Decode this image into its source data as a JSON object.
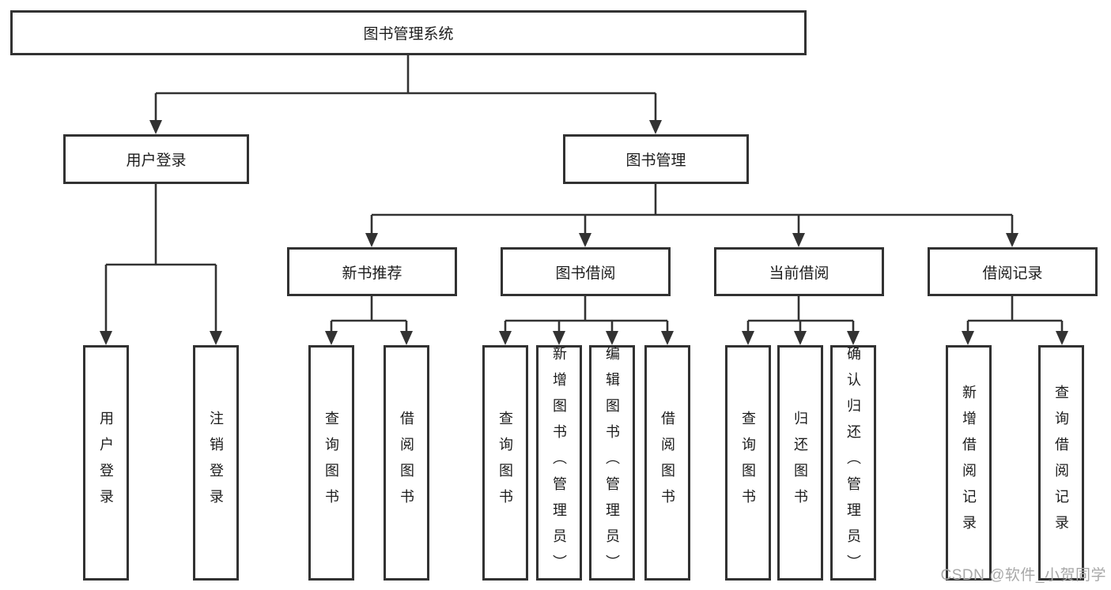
{
  "tree": {
    "label": "图书管理系统",
    "children": [
      {
        "label": "用户登录",
        "children": [
          {
            "label": "用户登录"
          },
          {
            "label": "注销登录"
          }
        ]
      },
      {
        "label": "图书管理",
        "children": [
          {
            "label": "新书推荐",
            "children": [
              {
                "label": "查询图书"
              },
              {
                "label": "借阅图书"
              }
            ]
          },
          {
            "label": "图书借阅",
            "children": [
              {
                "label": "查询图书"
              },
              {
                "label": "新增图书（管理员）"
              },
              {
                "label": "编辑图书（管理员）"
              },
              {
                "label": "借阅图书"
              }
            ]
          },
          {
            "label": "当前借阅",
            "children": [
              {
                "label": "查询图书"
              },
              {
                "label": "归还图书"
              },
              {
                "label": "确认归还（管理员）"
              }
            ]
          },
          {
            "label": "借阅记录",
            "children": [
              {
                "label": "新增借阅记录"
              },
              {
                "label": "查询借阅记录"
              }
            ]
          }
        ]
      }
    ]
  },
  "watermark": "CSDN @软件_小贺同学",
  "colors": {
    "line": "#323232",
    "box_border": "#323232",
    "text": "#1c1c1c",
    "background": "#ffffff",
    "watermark": "#a8a8a8"
  }
}
